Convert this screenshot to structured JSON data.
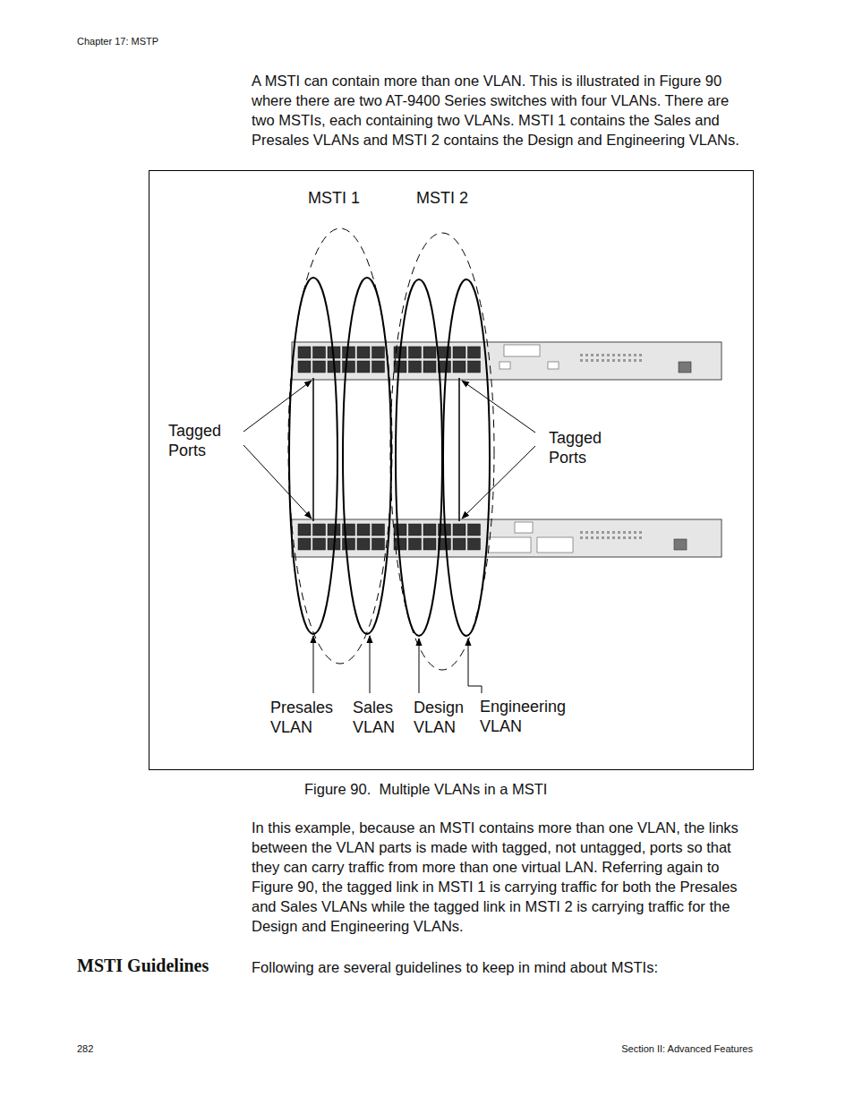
{
  "diagram": {
    "caption": "Figure 90.  Multiple VLANs in a MSTI",
    "nodes": [
      {
        "text": [
          "MSTI 1"
        ]
      },
      {
        "text": [
          "MSTI 2"
        ]
      }
    ],
    "edges": [],
    "labels": [
      "Chapter 17: MSTP",
      "A MSTI can contain more than one VLAN. This is illustrated in Figure 90 where there are two AT-9400 Series switches with four VLANs. There are two MSTIs, each containing two VLANs. MSTI 1 contains the Sales and Presales VLANs and MSTI 2 contains the Design and Engineering VLANs.",
      "Tagged Ports",
      "Tagged Ports",
      "Presales VLAN",
      "Sales VLAN",
      "Design VLAN",
      "Engineering VLAN",
      "In this example, because an MSTI contains more than one VLAN, the links between the VLAN parts is made with tagged, not untagged, ports so that they can carry traffic from more than one virtual LAN. Referring again to Figure 90, the tagged link in MSTI 1 is carrying traffic for both the Presales and Sales VLANs while the tagged link in MSTI 2 is carrying traffic for the Design and Engineering VLANs.",
      "MSTI Guidelines",
      "Following are several guidelines to keep in mind about MSTIs:",
      "282",
      "Section II: Advanced Features"
    ]
  }
}
